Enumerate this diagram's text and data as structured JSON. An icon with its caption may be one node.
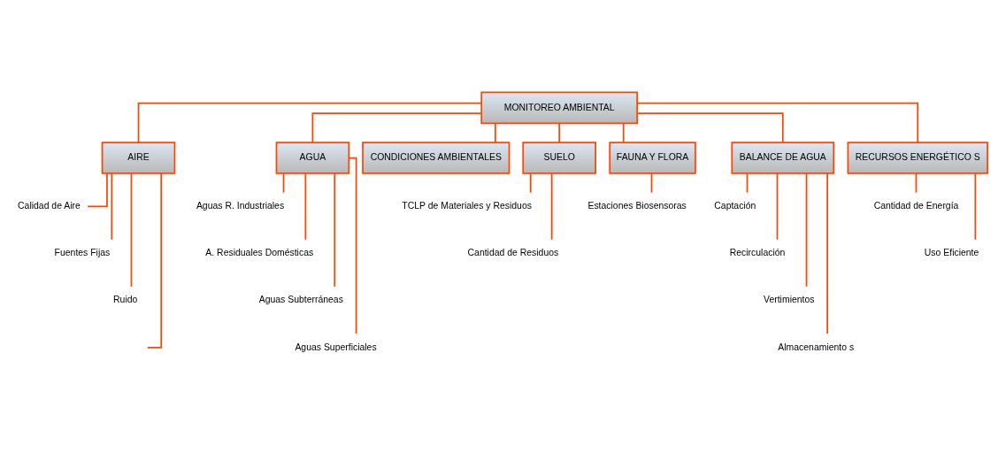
{
  "diagram": {
    "nodes": [
      {
        "text": [
          "MONITOREO AMBIENTAL"
        ]
      },
      {
        "text": [
          "AIRE"
        ]
      },
      {
        "text": [
          "AGUA"
        ]
      },
      {
        "text": [
          "CONDICIONES AMBIENTALES"
        ]
      },
      {
        "text": [
          "SUELO"
        ]
      },
      {
        "text": [
          "FAUNA Y FLORA"
        ]
      },
      {
        "text": [
          "BALANCE DE AGUA"
        ]
      },
      {
        "text": [
          "RECURSOS ENERGÉTICO S"
        ]
      },
      {
        "text": [
          "Calidad de Aire"
        ]
      },
      {
        "text": [
          "Fuentes Fijas"
        ]
      },
      {
        "text": [
          "Ruido"
        ]
      },
      {
        "text": [
          "Aguas R. Industriales"
        ]
      },
      {
        "text": [
          "A. Residuales Domésticas"
        ]
      },
      {
        "text": [
          "Aguas Subterráneas"
        ]
      },
      {
        "text": [
          "Aguas Superficiales"
        ]
      },
      {
        "text": [
          "TCLP de Materiales y Residuos"
        ]
      },
      {
        "text": [
          "Cantidad de Residuos"
        ]
      },
      {
        "text": [
          "Estaciones Biosensoras"
        ]
      },
      {
        "text": [
          "Captación"
        ]
      },
      {
        "text": [
          "Recirculación"
        ]
      },
      {
        "text": [
          "Vertimientos"
        ]
      },
      {
        "text": [
          "Almacenamiento s"
        ]
      },
      {
        "text": [
          "Cantidad de Energía"
        ]
      },
      {
        "text": [
          "Uso Eficiente"
        ]
      }
    ],
    "edges": [
      {
        "from": 0,
        "to": 1,
        "arrow": "none"
      },
      {
        "from": 0,
        "to": 2,
        "arrow": "none"
      },
      {
        "from": 0,
        "to": 3,
        "arrow": "none"
      },
      {
        "from": 0,
        "to": 4,
        "arrow": "none"
      },
      {
        "from": 0,
        "to": 5,
        "arrow": "none"
      },
      {
        "from": 0,
        "to": 6,
        "arrow": "none"
      },
      {
        "from": 0,
        "to": 7,
        "arrow": "none"
      },
      {
        "from": 1,
        "to": 8,
        "arrow": "none"
      },
      {
        "from": 1,
        "to": 9,
        "arrow": "none"
      },
      {
        "from": 1,
        "to": 10,
        "arrow": "none"
      },
      {
        "from": 1,
        "to": null,
        "arrow": "none"
      },
      {
        "from": 2,
        "to": 11,
        "arrow": "none"
      },
      {
        "from": 2,
        "to": 12,
        "arrow": "none"
      },
      {
        "from": 2,
        "to": 13,
        "arrow": "none"
      },
      {
        "from": 2,
        "to": 14,
        "arrow": "none"
      },
      {
        "from": 4,
        "to": 15,
        "arrow": "none"
      },
      {
        "from": 4,
        "to": 16,
        "arrow": "none"
      },
      {
        "from": 5,
        "to": 17,
        "arrow": "none"
      },
      {
        "from": 6,
        "to": 18,
        "arrow": "none"
      },
      {
        "from": 6,
        "to": 19,
        "arrow": "none"
      },
      {
        "from": 6,
        "to": 20,
        "arrow": "none"
      },
      {
        "from": 6,
        "to": 21,
        "arrow": "none"
      },
      {
        "from": 7,
        "to": 22,
        "arrow": "none"
      },
      {
        "from": 7,
        "to": 23,
        "arrow": "none"
      }
    ]
  }
}
